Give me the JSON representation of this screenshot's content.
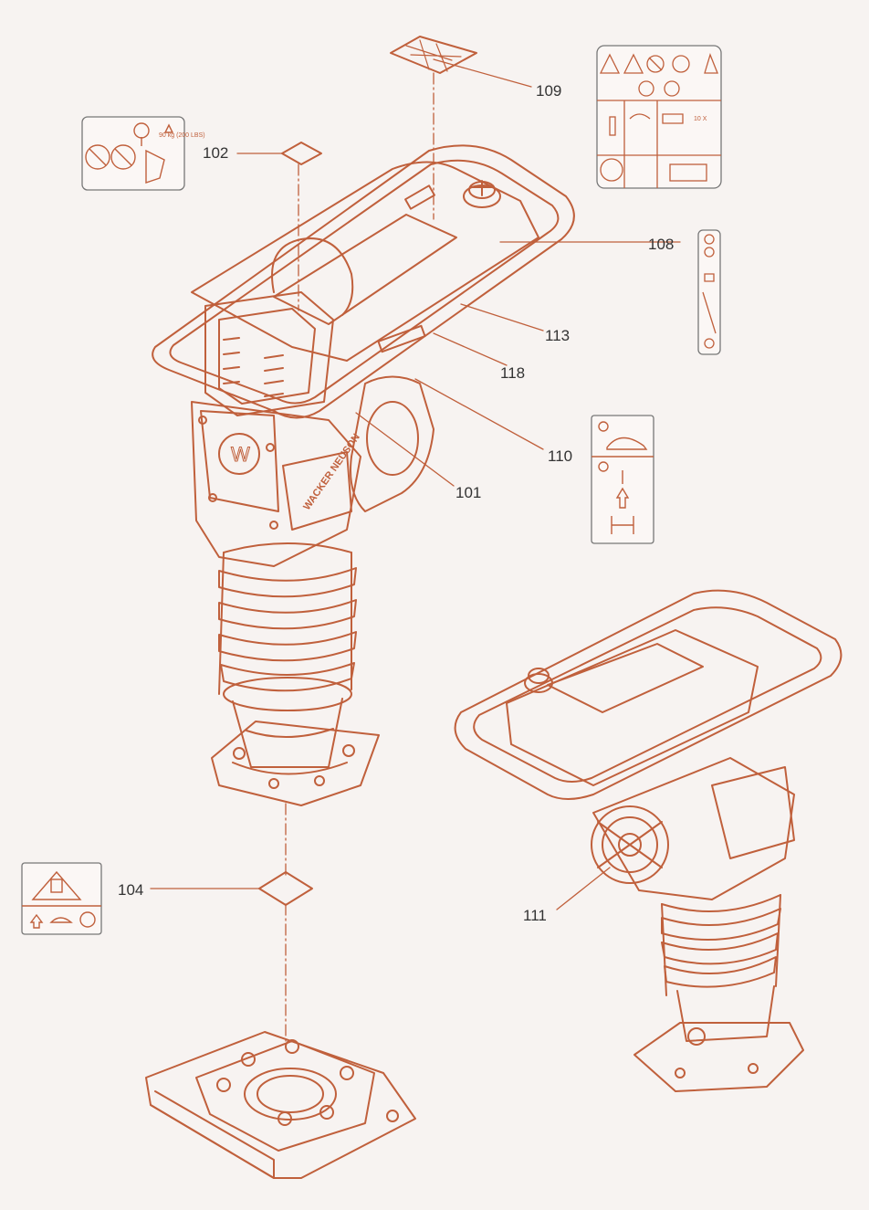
{
  "diagram": {
    "callouts": [
      {
        "id": "109",
        "text": "109"
      },
      {
        "id": "102",
        "text": "102"
      },
      {
        "id": "108",
        "text": "108"
      },
      {
        "id": "113",
        "text": "113"
      },
      {
        "id": "118",
        "text": "118"
      },
      {
        "id": "110",
        "text": "110"
      },
      {
        "id": "101",
        "text": "101"
      },
      {
        "id": "104",
        "text": "104"
      },
      {
        "id": "111",
        "text": "111"
      }
    ],
    "decal_102_text": "90 kg\n(200 LBS)",
    "decal_108_text": "",
    "decal_110_text": "",
    "decal_109_text": "10 X",
    "brand_text": "WACKER NEUSON",
    "colors": {
      "line": "#c0603c",
      "text": "#333333",
      "background": "#f7f3f1",
      "decal_border": "#666666"
    }
  }
}
